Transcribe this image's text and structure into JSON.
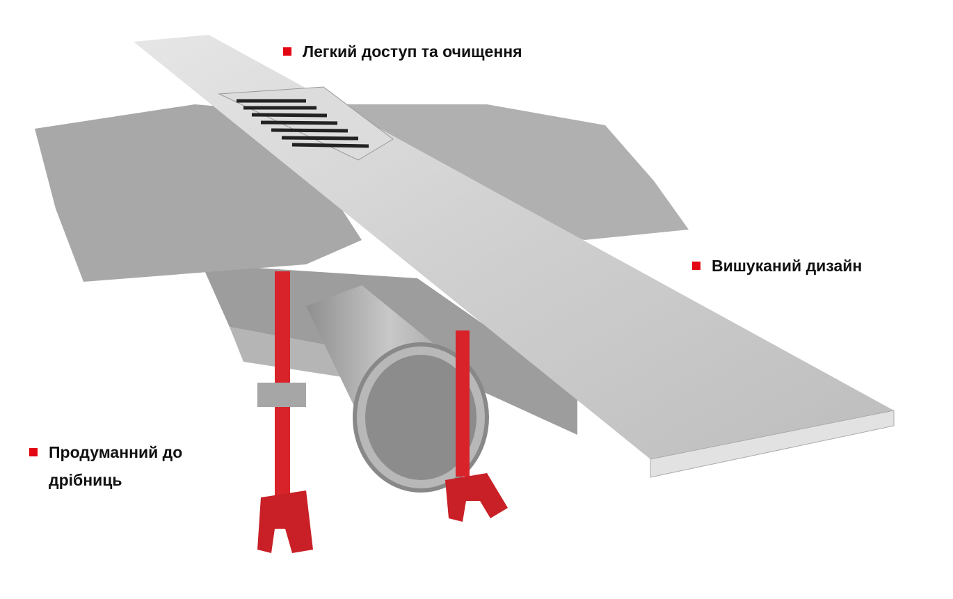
{
  "labels": {
    "access": "Легкий доступ та очищення",
    "design": "Вишуканий дизайн",
    "detail_line1": "Продуманний до",
    "detail_line2": "дрібниць"
  },
  "colors": {
    "bullet": "#e30613",
    "steel": "#c9c9c9",
    "membrane": "#a9a9a9",
    "screw": "#d8232a"
  }
}
